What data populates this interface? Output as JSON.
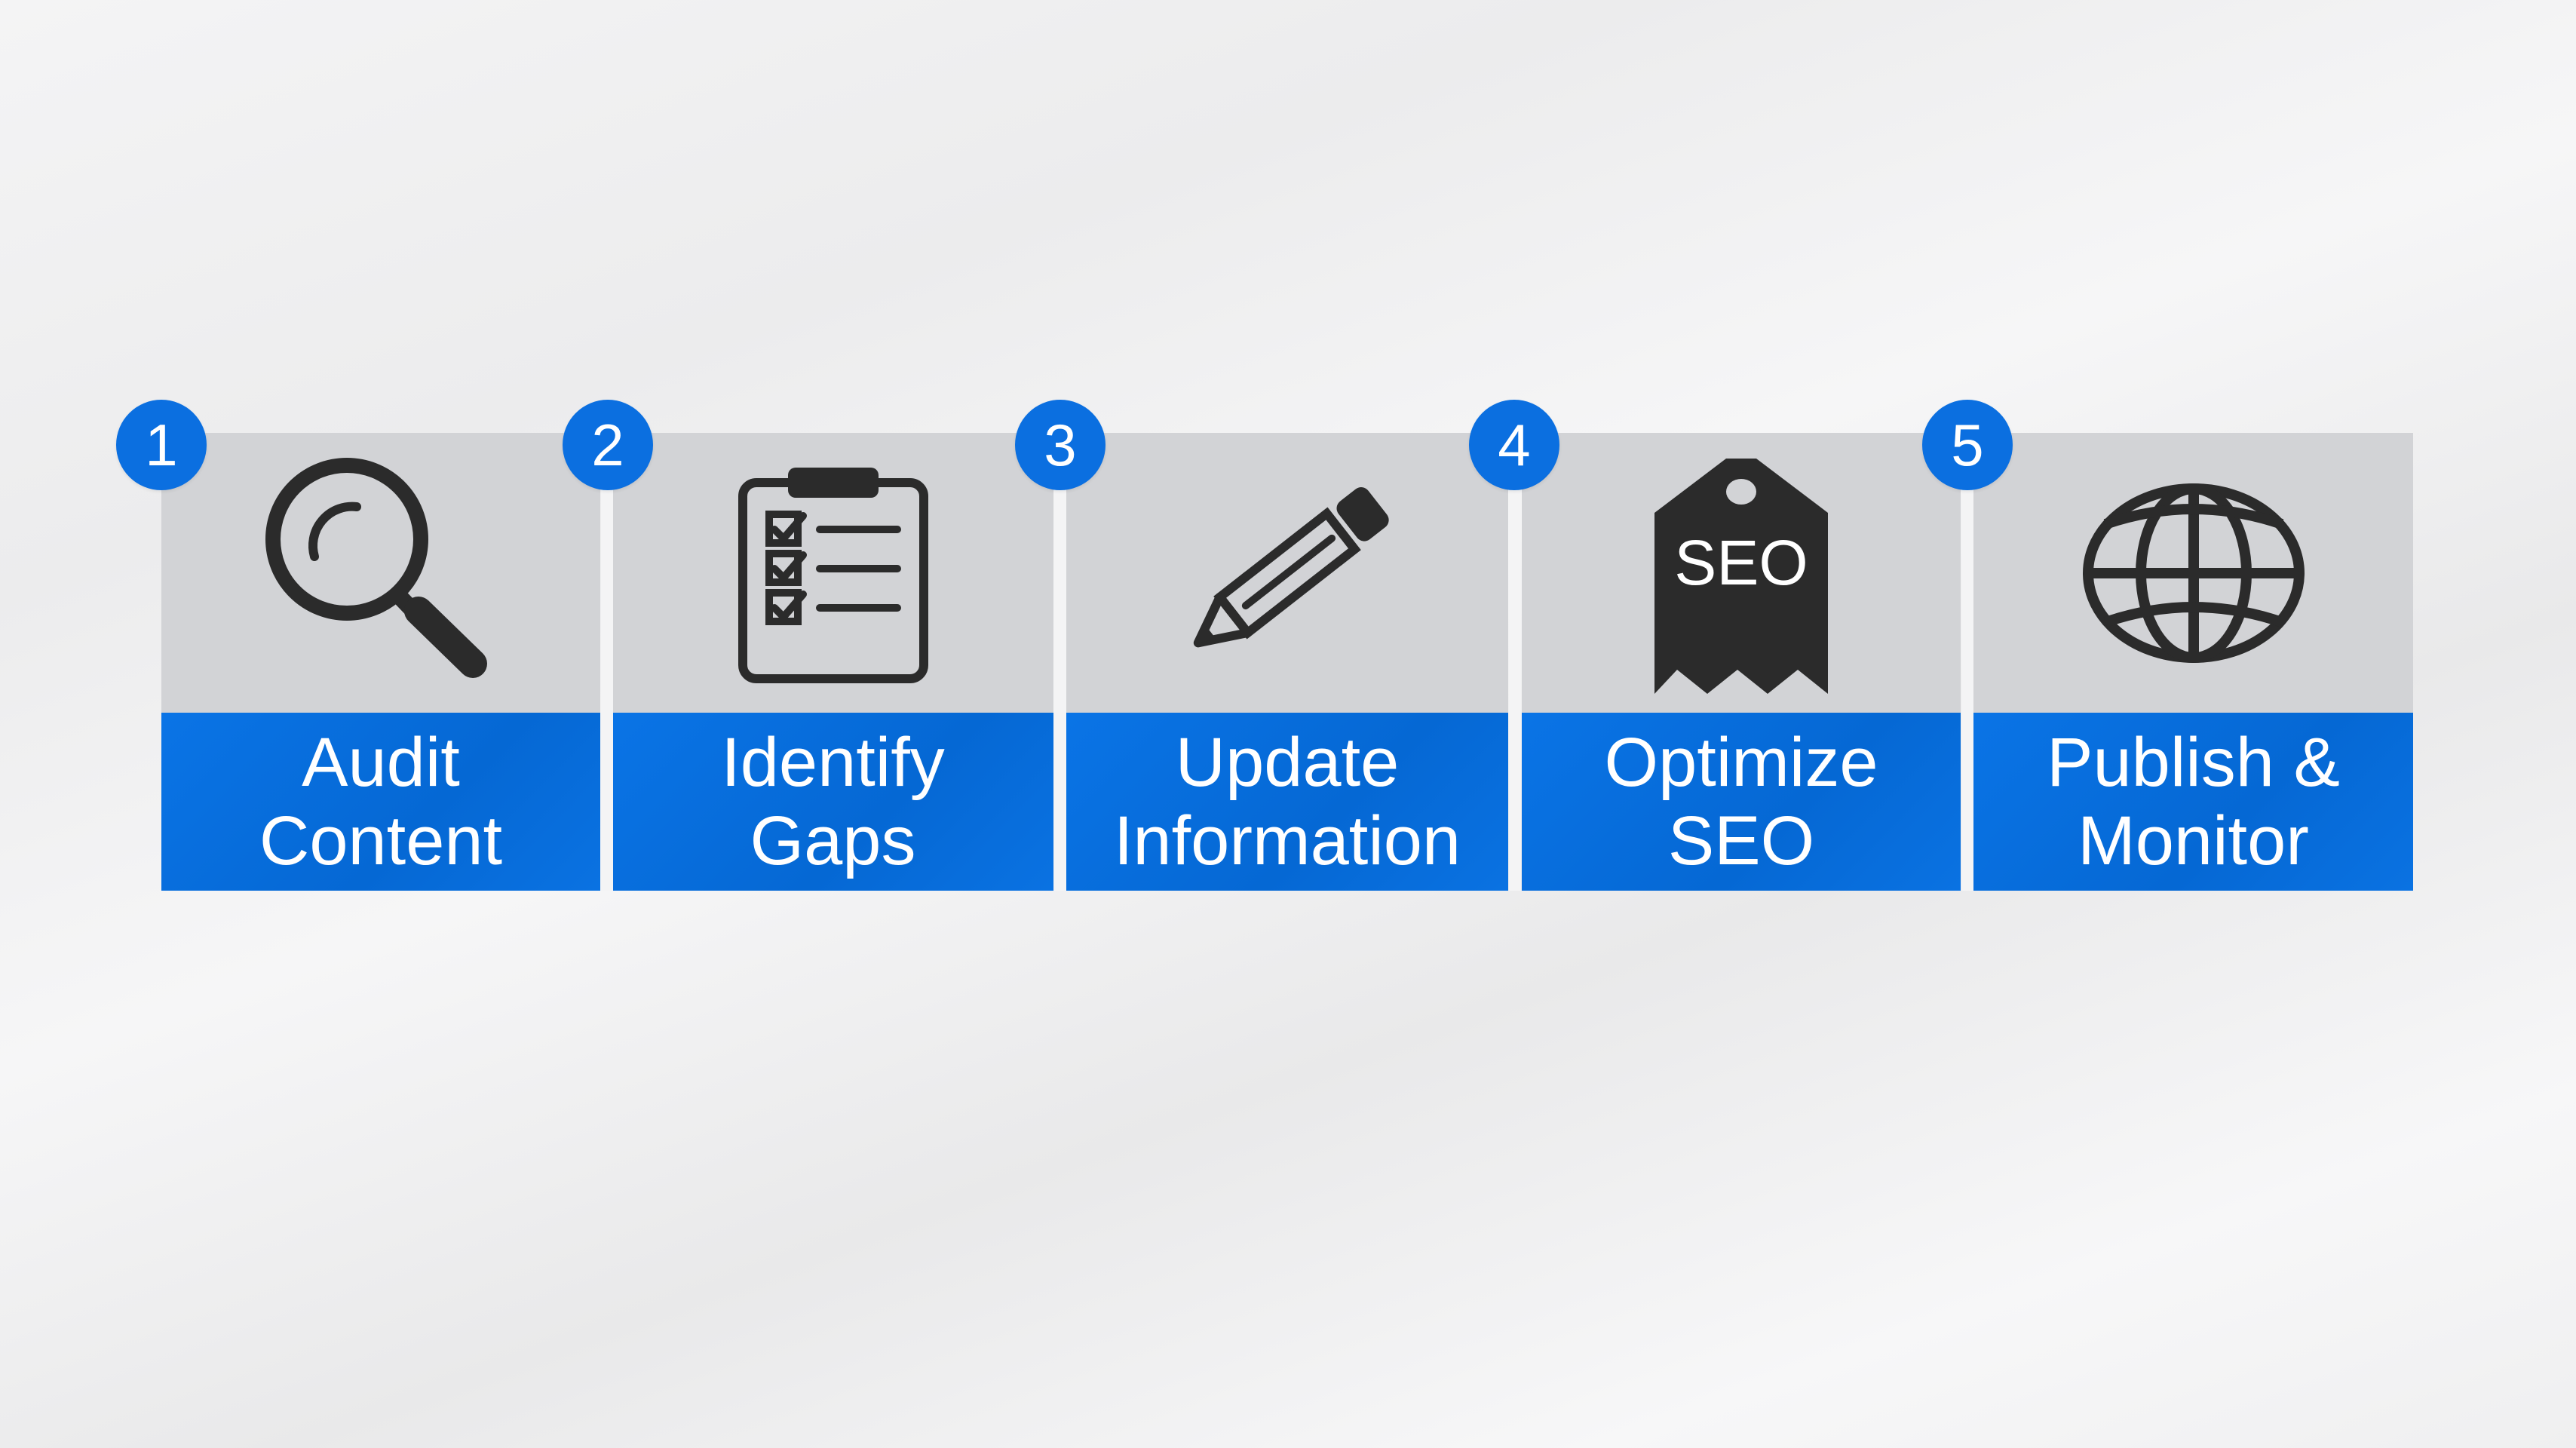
{
  "steps": [
    {
      "number": "1",
      "icon": "magnifying-glass-icon",
      "label_line1": "Audit",
      "label_line2": "Content"
    },
    {
      "number": "2",
      "icon": "checklist-clipboard-icon",
      "label_line1": "Identify",
      "label_line2": "Gaps"
    },
    {
      "number": "3",
      "icon": "pencil-icon",
      "label_line1": "Update",
      "label_line2": "Information"
    },
    {
      "number": "4",
      "icon": "seo-tag-icon",
      "label_line1": "Optimize",
      "label_line2": "SEO",
      "icon_text": "SEO"
    },
    {
      "number": "5",
      "icon": "globe-icon",
      "label_line1": "Publish &",
      "label_line2": "Monitor"
    }
  ],
  "colors": {
    "accent": "#0a6fe0",
    "panel": "#d2d3d6",
    "icon": "#2b2b2b"
  }
}
